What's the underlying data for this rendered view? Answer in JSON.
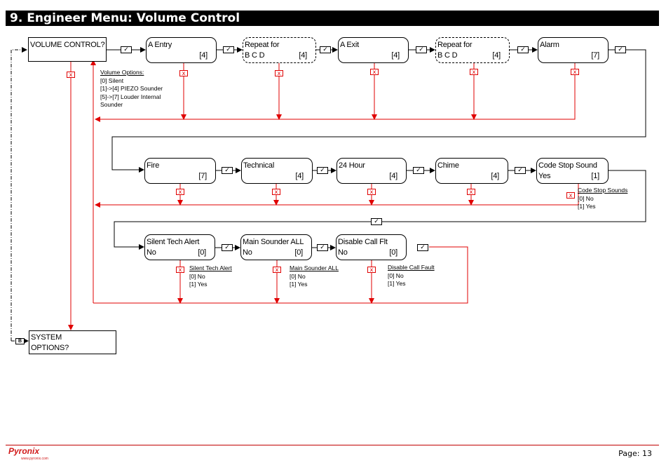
{
  "header": {
    "title": "9. Engineer Menu: Volume Control"
  },
  "tick_glyph": "✓",
  "cross_glyph": "x",
  "b_label": "B",
  "row1": [
    {
      "l1": "VOLUME CONTROL?",
      "l2": "",
      "v": ""
    },
    {
      "l1": "A Entry",
      "l2": "",
      "v": "[4]"
    },
    {
      "l1": "Repeat for",
      "l2": "B C D",
      "v": "[4]"
    },
    {
      "l1": "A Exit",
      "l2": "",
      "v": "[4]"
    },
    {
      "l1": "Repeat for",
      "l2": "B C D",
      "v": "[4]"
    },
    {
      "l1": "Alarm",
      "l2": "",
      "v": "[7]"
    }
  ],
  "row2": [
    {
      "l1": "Fire",
      "l2": "",
      "v": "[7]"
    },
    {
      "l1": "Technical",
      "l2": "",
      "v": "[4]"
    },
    {
      "l1": "24 Hour",
      "l2": "",
      "v": "[4]"
    },
    {
      "l1": "Chime",
      "l2": "",
      "v": "[4]"
    },
    {
      "l1": "Code Stop Sound",
      "l2": "Yes",
      "v": "[1]"
    }
  ],
  "row3": [
    {
      "l1": "Silent Tech Alert",
      "l2": "No",
      "v": "[0]"
    },
    {
      "l1": "Main Sounder ALL",
      "l2": "No",
      "v": "[0]"
    },
    {
      "l1": "Disable Call Flt",
      "l2": "No",
      "v": "[0]"
    }
  ],
  "system_options": {
    "l1": "SYSTEM",
    "l2": "OPTIONS?"
  },
  "notes": {
    "volume": {
      "title": "Volume Options:",
      "lines": [
        "[0] Silent",
        "[1]->[4] PIEZO Sounder",
        "[5]->[7] Louder Internal",
        "Sounder"
      ]
    },
    "code_stop": {
      "title": "Code Stop Sounds",
      "lines": [
        "[0] No",
        "[1] Yes"
      ]
    },
    "silent_tech": {
      "title": "Silent Tech Alert",
      "lines": [
        "[0] No",
        "[1] Yes"
      ]
    },
    "main_sounder": {
      "title": "Main Sounder ALL",
      "lines": [
        "[0] No",
        "[1] Yes"
      ]
    },
    "disable_call": {
      "title": "Disable Call Fault",
      "lines": [
        "[0] No",
        "[1] Yes"
      ]
    }
  },
  "footer": {
    "brand": "Pyronix",
    "url": "www.pyronix.com",
    "page": "Page: 13"
  },
  "colors": {
    "reject_line": "#e00000",
    "accept_line": "#000000",
    "title_bg": "#000000",
    "footer_rule": "#c00000"
  }
}
